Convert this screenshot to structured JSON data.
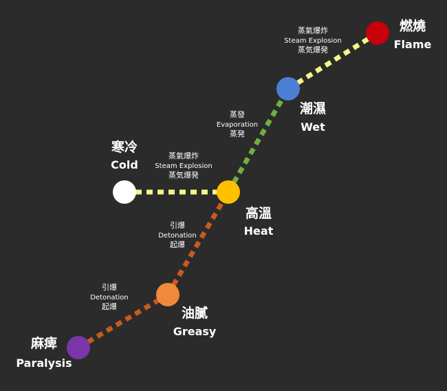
{
  "nodes": {
    "flame": {
      "zh": "燃燒",
      "en": "Flame",
      "color": "#c8000a"
    },
    "wet": {
      "zh": "潮濕",
      "en": "Wet",
      "color": "#4a7fd4"
    },
    "cold": {
      "zh": "寒冷",
      "en": "Cold",
      "color": "#ffffff"
    },
    "heat": {
      "zh": "高溫",
      "en": "Heat",
      "color": "#ffc000"
    },
    "greasy": {
      "zh": "油膩",
      "en": "Greasy",
      "color": "#f08a3a"
    },
    "paralysis": {
      "zh": "麻痺",
      "en": "Paralysis",
      "color": "#7a36a8"
    }
  },
  "edges": {
    "wet_flame": {
      "line1": "蒸氣爆炸",
      "line2": "Steam Explosion",
      "line3": "蒸気爆発",
      "color": "#f5f58a"
    },
    "heat_wet": {
      "line1": "蒸發",
      "line2": "Evaporation",
      "line3": "蒸発",
      "color": "#70b040"
    },
    "cold_heat": {
      "line1": "蒸氣爆炸",
      "line2": "Steam Explosion",
      "line3": "蒸気爆発",
      "color": "#f5f58a"
    },
    "greasy_heat": {
      "line1": "引爆",
      "line2": "Detonation",
      "line3": "起爆",
      "color": "#c85a1e"
    },
    "paralysis_greasy": {
      "line1": "引爆",
      "line2": "Detonation",
      "line3": "起爆",
      "color": "#c85a1e"
    }
  }
}
